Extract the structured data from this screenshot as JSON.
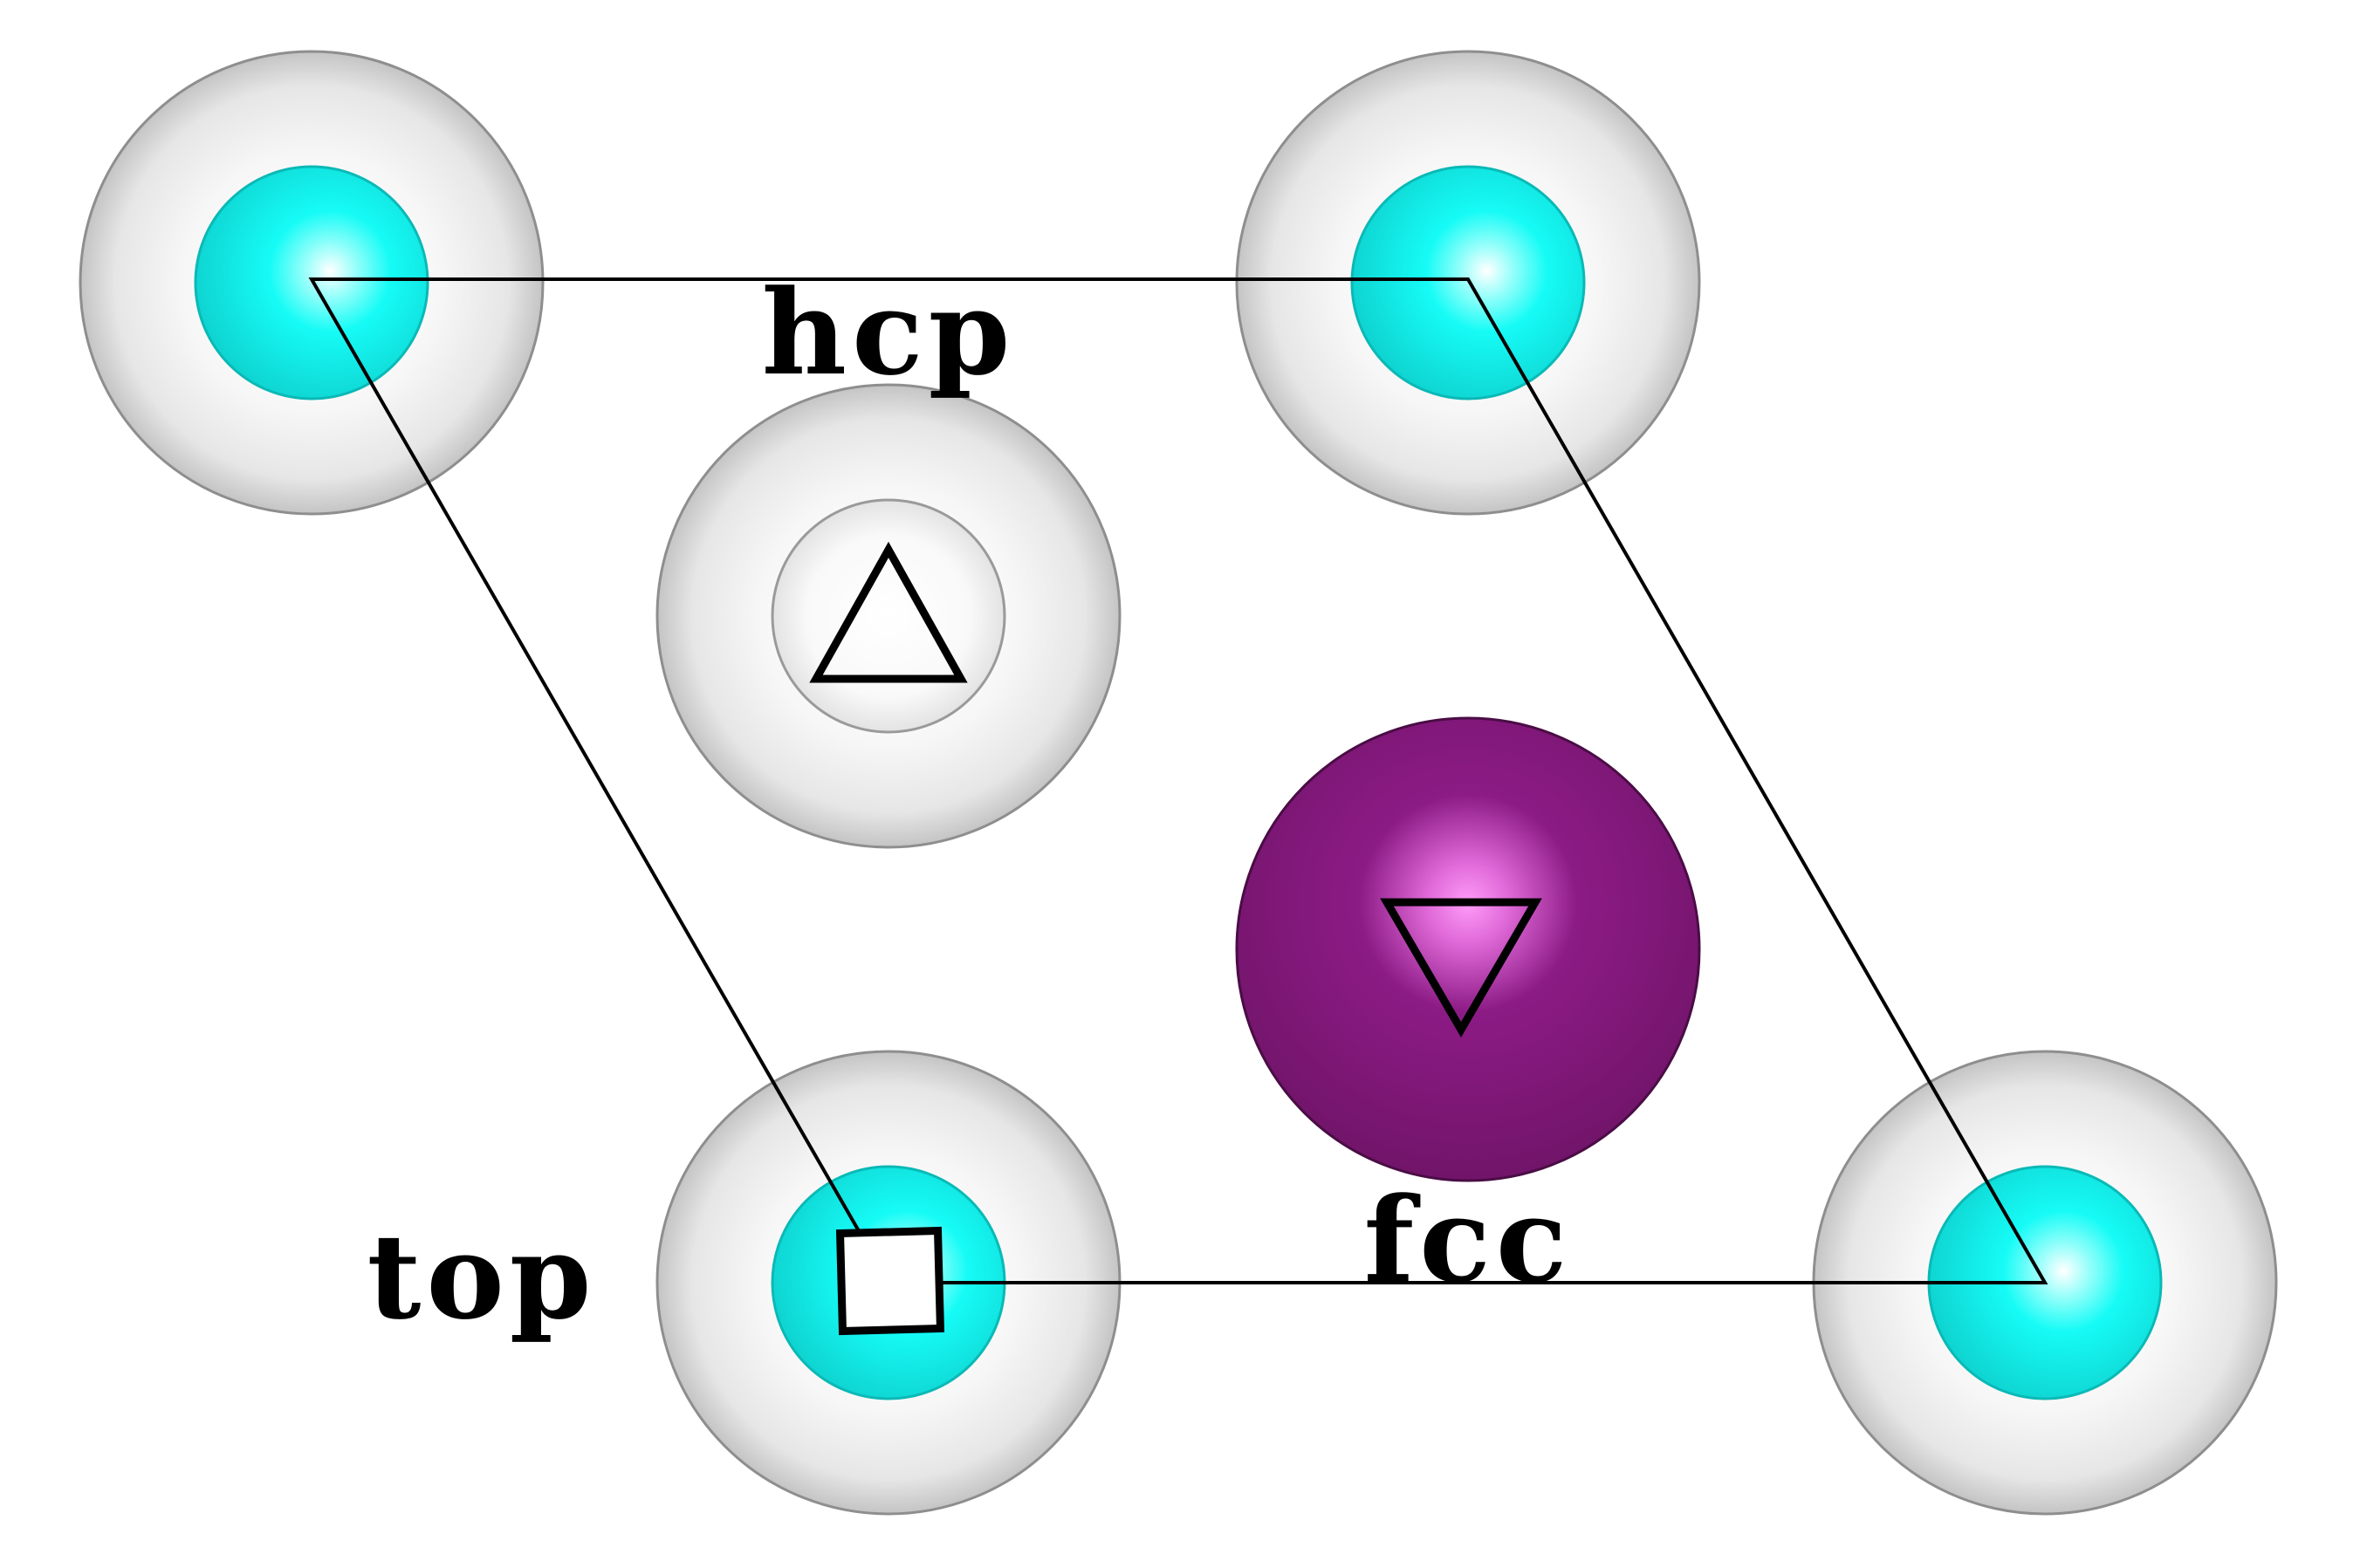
{
  "labels": {
    "hcp": "hcp",
    "fcc": "fcc",
    "top": "top"
  },
  "colors": {
    "background": "#ffffff",
    "outer_shell": "#e6e6e6",
    "core_atom": "#14f3f0",
    "adsorbate_atom": "#821a7c",
    "cell_line": "#000000"
  },
  "atoms": [
    {
      "name": "atom-surface-top-left",
      "kind": "surface-atom"
    },
    {
      "name": "atom-surface-top-right",
      "kind": "surface-atom"
    },
    {
      "name": "atom-subsurface-hcp",
      "kind": "subsurface-atom"
    },
    {
      "name": "atom-adsorbate-fcc",
      "kind": "adsorbate-atom"
    },
    {
      "name": "atom-surface-bottom-left",
      "kind": "surface-atom"
    },
    {
      "name": "atom-surface-bottom-right",
      "kind": "surface-atom"
    }
  ],
  "site_markers": {
    "hcp": "triangle-up-icon",
    "fcc": "triangle-down-icon",
    "top": "square-icon"
  }
}
